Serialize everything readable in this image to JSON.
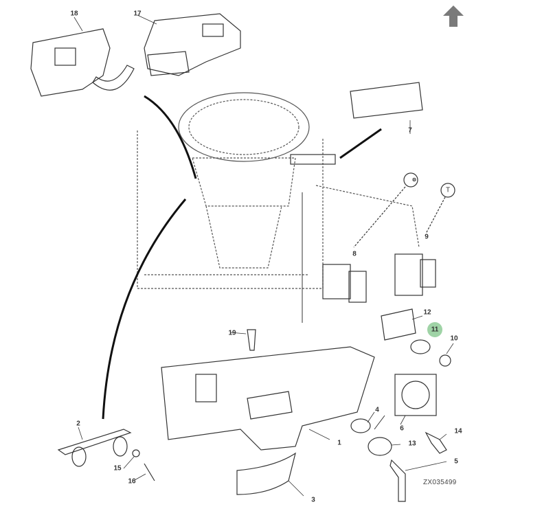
{
  "diagram": {
    "callouts": [
      "1",
      "2",
      "3",
      "4",
      "5",
      "6",
      "7",
      "8",
      "9",
      "10",
      "11",
      "12",
      "13",
      "14",
      "15",
      "16",
      "17",
      "18",
      "19"
    ],
    "highlighted_callout": "11",
    "highlight_color": "#9fd3a6",
    "symbol_t": "T",
    "drawing_code": "ZX035499",
    "nav_arrow": "up-arrow-icon",
    "nav_arrow_color": "#7a7a7a"
  }
}
